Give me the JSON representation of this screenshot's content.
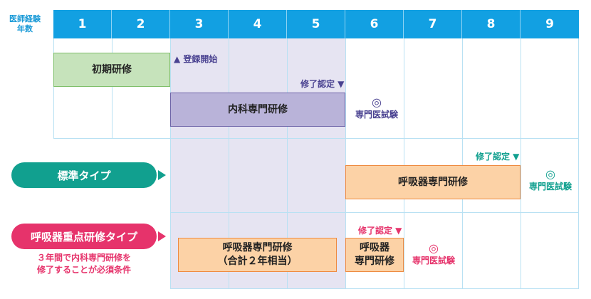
{
  "header": {
    "experience_label_line1": "医師経験",
    "experience_label_line2": "年数",
    "years": [
      "1",
      "2",
      "3",
      "4",
      "5",
      "6",
      "7",
      "8",
      "9"
    ]
  },
  "top_section": {
    "initial_training": "初期研修",
    "registration_start": "▲ 登録開始",
    "completion_cert": "修了認定 ▼",
    "internal_med": "内科専門研修",
    "exam_mark": "◎",
    "exam_label": "専門医試験"
  },
  "standard": {
    "type_label": "標準タイプ",
    "completion_cert": "修了認定 ▼",
    "resp_training": "呼吸器専門研修",
    "exam_mark": "◎",
    "exam_label": "専門医試験"
  },
  "focused": {
    "type_label": "呼吸器重点研修タイプ",
    "condition_line1": "３年間で内科専門研修を",
    "condition_line2": "修了することが必須条件",
    "resp_total_line1": "呼吸器専門研修",
    "resp_total_line2": "（合計２年相当）",
    "completion_cert": "修了認定 ▼",
    "resp_short_line1": "呼吸器",
    "resp_short_line2": "専門研修",
    "exam_mark": "◎",
    "exam_label": "専門医試験"
  },
  "colors": {
    "header_blue": "#12a0e2",
    "initial_green": "#c6e3bb",
    "internal_purple": "#b9b3d9",
    "resp_orange": "#fcd2a6",
    "teal": "#11a08f",
    "pink": "#e6336b"
  }
}
